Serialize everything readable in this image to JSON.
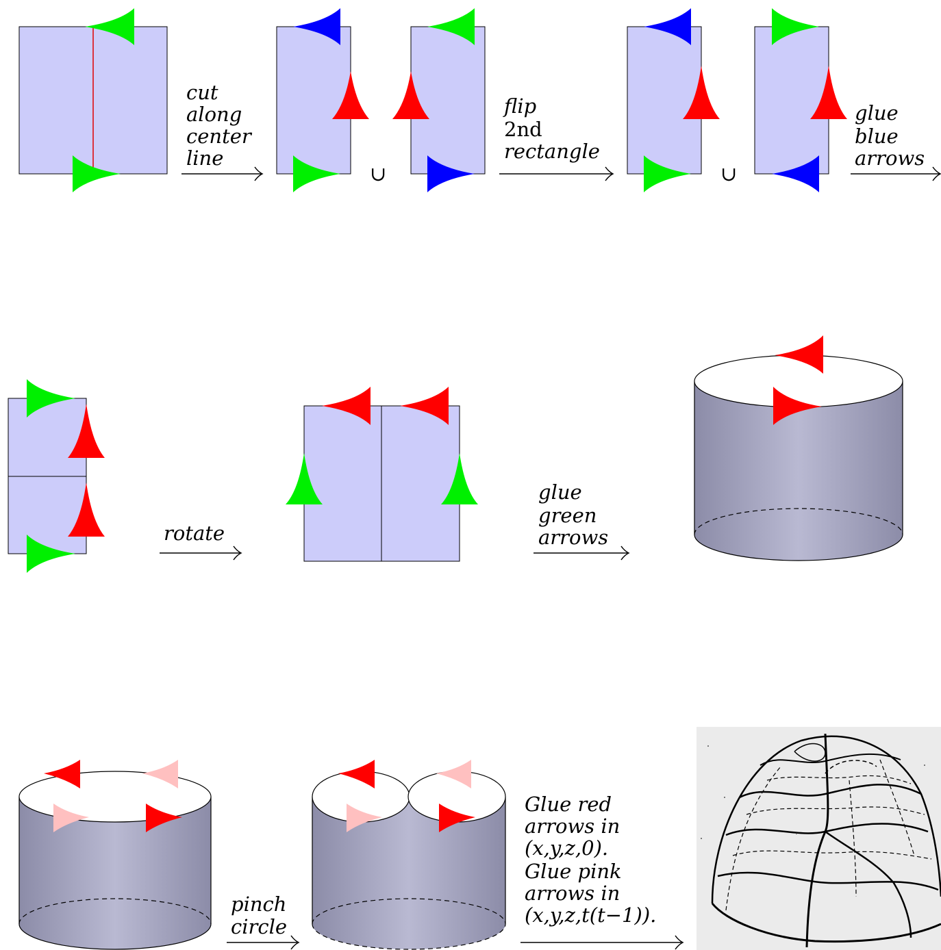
{
  "labels": {
    "cut": [
      "cut",
      "along",
      "center",
      "line"
    ],
    "flip": [
      "flip",
      "2nd",
      "rectangle"
    ],
    "glue_blue": [
      "glue",
      "blue",
      "arrows"
    ],
    "rotate": "rotate",
    "glue_green": [
      "glue",
      "green",
      "arrows"
    ],
    "pinch": [
      "pinch",
      "circle"
    ],
    "glue_final": [
      "Glue red",
      "arrows in",
      "(x,y,z,0).",
      "Glue pink",
      "arrows in",
      "(x,y,z,t(t−1))."
    ]
  },
  "union_symbol": "∪",
  "colors": {
    "rect_fill": "#ccccfa",
    "green": "#00f000",
    "red": "#ff0000",
    "blue": "#0000ff",
    "pink": "#ffc0c0",
    "cylinder_side": "#a9a9c6"
  }
}
